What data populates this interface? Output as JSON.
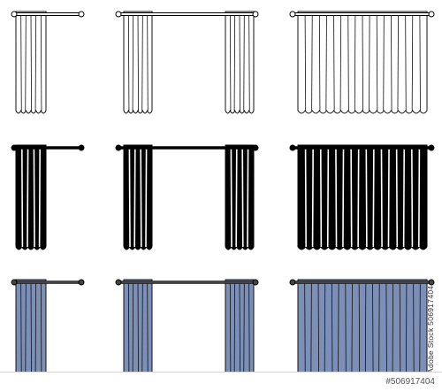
{
  "illustration": {
    "subject": "curtain-set",
    "variants": [
      {
        "style": "outline",
        "fill": "#ffffff",
        "stroke": "#111111",
        "curtains": [
          {
            "layout": "single-left",
            "folds": 6
          },
          {
            "layout": "pair-open",
            "folds": 6
          },
          {
            "layout": "full-closed",
            "folds": 18
          }
        ]
      },
      {
        "style": "silhouette",
        "fill": "#000000",
        "stroke": "#ffffff",
        "curtains": [
          {
            "layout": "single-left",
            "folds": 5
          },
          {
            "layout": "pair-open",
            "folds": 5
          },
          {
            "layout": "full-closed",
            "folds": 17
          }
        ]
      },
      {
        "style": "colored",
        "fill": "#7b8fb7",
        "stroke": "#111111",
        "curtains": [
          {
            "layout": "single-left",
            "folds": 6
          },
          {
            "layout": "pair-open",
            "folds": 6
          },
          {
            "layout": "full-closed",
            "folds": 19
          }
        ]
      }
    ]
  },
  "watermark": {
    "stock_id": "506917404",
    "site": "Adobe Stock",
    "id_label": "#506917404"
  }
}
